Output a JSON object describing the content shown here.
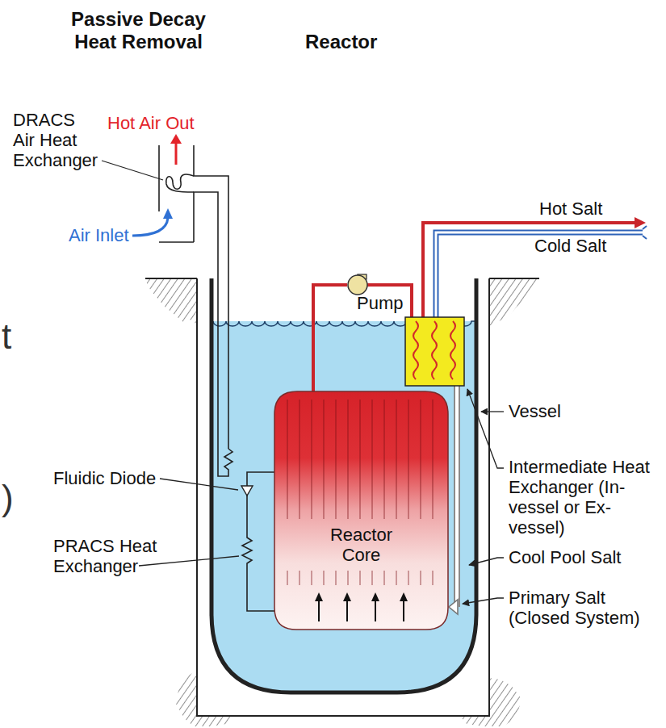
{
  "diagram": {
    "nodes": [
      {
        "text": [
          "Pump"
        ]
      },
      {
        "text": [
          "Reactor Core"
        ]
      }
    ],
    "edges": [
      {
        "from": 1,
        "to": 0,
        "arrow": "none"
      }
    ],
    "labels": [
      "Passive Decay Heat Removal",
      "Reactor",
      "DRACS Air Heat Exchanger",
      "Hot Air Out",
      "Air Inlet",
      "Hot Salt",
      "Cold Salt",
      "Vessel",
      "Fluidic Diode",
      "Intermediate Heat Exchanger (In-vessel or Ex-vessel)",
      "PRACS Heat Exchanger",
      "Cool Pool Salt",
      "Primary Salt (Closed System)",
      "t",
      ")"
    ]
  }
}
